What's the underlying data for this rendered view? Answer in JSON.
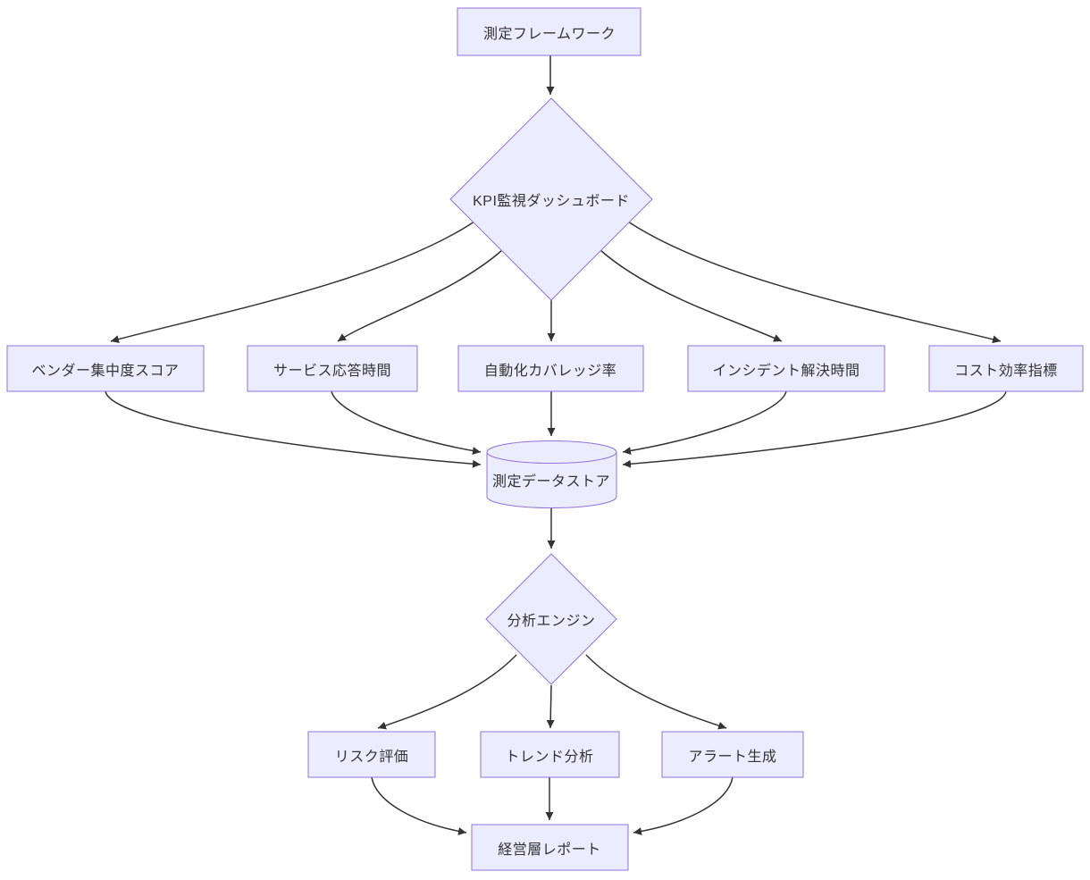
{
  "diagram": {
    "type": "flowchart",
    "direction": "top-to-bottom",
    "colors": {
      "node_fill": "#ECECFF",
      "node_border": "#9370DB",
      "edge": "#333333",
      "text": "#333333",
      "background": "#ffffff"
    },
    "nodes": [
      {
        "id": "framework",
        "shape": "rect",
        "label": "測定フレームワーク"
      },
      {
        "id": "kpi_dashboard",
        "shape": "diamond",
        "label": "KPI監視ダッシュボード"
      },
      {
        "id": "vendor_concentration",
        "shape": "rect",
        "label": "ベンダー集中度スコア"
      },
      {
        "id": "service_response",
        "shape": "rect",
        "label": "サービス応答時間"
      },
      {
        "id": "automation_coverage",
        "shape": "rect",
        "label": "自動化カバレッジ率"
      },
      {
        "id": "incident_resolution",
        "shape": "rect",
        "label": "インシデント解決時間"
      },
      {
        "id": "cost_efficiency",
        "shape": "rect",
        "label": "コスト効率指標"
      },
      {
        "id": "data_store",
        "shape": "cylinder",
        "label": "測定データストア"
      },
      {
        "id": "analysis_engine",
        "shape": "diamond",
        "label": "分析エンジン"
      },
      {
        "id": "risk_assessment",
        "shape": "rect",
        "label": "リスク評価"
      },
      {
        "id": "trend_analysis",
        "shape": "rect",
        "label": "トレンド分析"
      },
      {
        "id": "alert_generation",
        "shape": "rect",
        "label": "アラート生成"
      },
      {
        "id": "executive_report",
        "shape": "rect",
        "label": "経営層レポート"
      }
    ],
    "edges": [
      {
        "from": "framework",
        "to": "kpi_dashboard"
      },
      {
        "from": "kpi_dashboard",
        "to": "vendor_concentration"
      },
      {
        "from": "kpi_dashboard",
        "to": "service_response"
      },
      {
        "from": "kpi_dashboard",
        "to": "automation_coverage"
      },
      {
        "from": "kpi_dashboard",
        "to": "incident_resolution"
      },
      {
        "from": "kpi_dashboard",
        "to": "cost_efficiency"
      },
      {
        "from": "vendor_concentration",
        "to": "data_store"
      },
      {
        "from": "service_response",
        "to": "data_store"
      },
      {
        "from": "automation_coverage",
        "to": "data_store"
      },
      {
        "from": "incident_resolution",
        "to": "data_store"
      },
      {
        "from": "cost_efficiency",
        "to": "data_store"
      },
      {
        "from": "data_store",
        "to": "analysis_engine"
      },
      {
        "from": "analysis_engine",
        "to": "risk_assessment"
      },
      {
        "from": "analysis_engine",
        "to": "trend_analysis"
      },
      {
        "from": "analysis_engine",
        "to": "alert_generation"
      },
      {
        "from": "risk_assessment",
        "to": "executive_report"
      },
      {
        "from": "trend_analysis",
        "to": "executive_report"
      },
      {
        "from": "alert_generation",
        "to": "executive_report"
      }
    ]
  }
}
